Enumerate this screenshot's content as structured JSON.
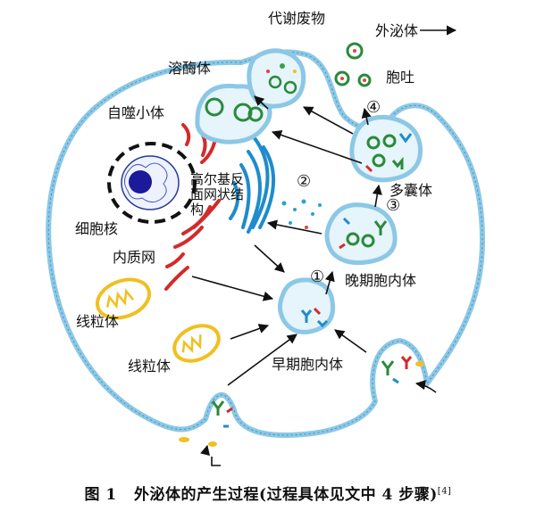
{
  "labels": {
    "metabolic_waste": "代谢废物",
    "lysosome": "溶酶体",
    "exosome": "外泌体",
    "exocytosis": "胞吐",
    "autophagosome": "自噬小体",
    "nucleus": "细胞核",
    "golgi": "高尔基反面网状结构",
    "er": "内质网",
    "mvb": "多囊体",
    "late_endosome": "晚期胞内体",
    "mitochondria_1": "线粒体",
    "mitochondria_2": "线粒体",
    "early_endosome": "早期胞内体"
  },
  "steps": [
    "①",
    "②",
    "③",
    "④"
  ],
  "caption": {
    "figure": "图 1",
    "text": "外泌体的产生过程(过程具体见文中 4 步骤)",
    "ref": "[4]"
  },
  "colors": {
    "membrane": "#8cc8e6",
    "vesicle": "#2a8a3a",
    "nucleolus": "#1a1a9a",
    "er": "#d42a2a",
    "golgi": "#1e8ccc",
    "mito": "#f0c020"
  }
}
